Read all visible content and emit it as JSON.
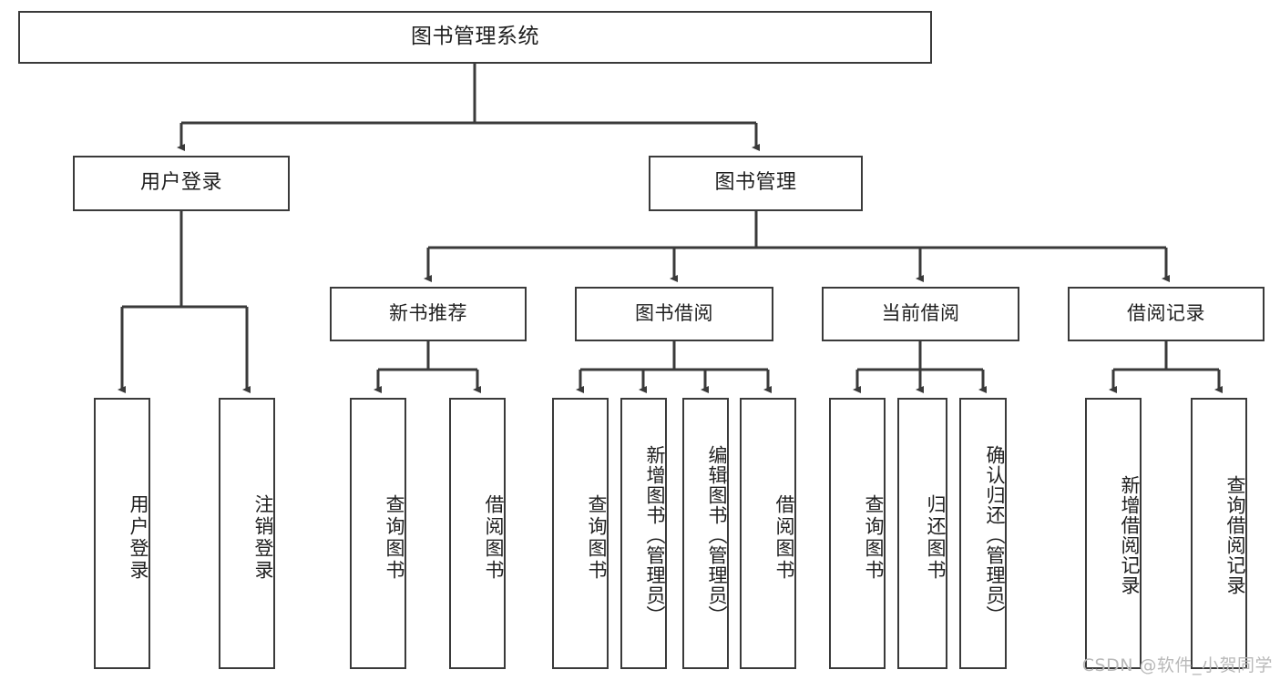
{
  "diagram": {
    "title": "图书管理系统",
    "type": "hierarchy-tree",
    "watermark": "CSDN @软件_小贺同学",
    "style": {
      "stroke": "#3a3a3a",
      "fill": "#ffffff",
      "text": "#1f1f1f",
      "watermark_color": "#b9b9b9"
    },
    "levels": {
      "root": [
        "图书管理系统"
      ],
      "level2": [
        "用户登录",
        "图书管理"
      ],
      "level3": [
        "新书推荐",
        "图书借阅",
        "当前借阅",
        "借阅记录"
      ],
      "leaves": [
        "用户登录",
        "注销登录",
        "查询图书",
        "借阅图书",
        "查询图书",
        "新增图书（管理员）",
        "编辑图书（管理员）",
        "借阅图书",
        "查询图书",
        "归还图书",
        "确认归还（管理员）",
        "新增借阅记录",
        "查询借阅记录"
      ]
    },
    "nodes": {
      "root": {
        "label": "图书管理系统"
      },
      "user_login": {
        "label": "用户登录"
      },
      "book_manage": {
        "label": "图书管理"
      },
      "new_book_rec": {
        "label": "新书推荐"
      },
      "book_borrow": {
        "label": "图书借阅"
      },
      "current_borrow": {
        "label": "当前借阅"
      },
      "borrow_record": {
        "label": "借阅记录"
      },
      "leaf_user_login": {
        "label": "用户登录"
      },
      "leaf_logout": {
        "label": "注销登录"
      },
      "leaf_query_book_a": {
        "label": "查询图书"
      },
      "leaf_borrow_book_a": {
        "label": "借阅图书"
      },
      "leaf_query_book_b": {
        "label": "查询图书"
      },
      "leaf_add_book": {
        "label": "新增图书（管理员）"
      },
      "leaf_edit_book": {
        "label": "编辑图书（管理员）"
      },
      "leaf_borrow_book_b": {
        "label": "借阅图书"
      },
      "leaf_query_book_c": {
        "label": "查询图书"
      },
      "leaf_return_book": {
        "label": "归还图书"
      },
      "leaf_confirm_return": {
        "label": "确认归还（管理员）"
      },
      "leaf_add_record": {
        "label": "新增借阅记录"
      },
      "leaf_query_record": {
        "label": "查询借阅记录"
      }
    },
    "edges": [
      {
        "from": "root",
        "to": "user_login"
      },
      {
        "from": "root",
        "to": "book_manage"
      },
      {
        "from": "user_login",
        "to": "leaf_user_login"
      },
      {
        "from": "user_login",
        "to": "leaf_logout"
      },
      {
        "from": "book_manage",
        "to": "new_book_rec"
      },
      {
        "from": "book_manage",
        "to": "book_borrow"
      },
      {
        "from": "book_manage",
        "to": "current_borrow"
      },
      {
        "from": "book_manage",
        "to": "borrow_record"
      },
      {
        "from": "new_book_rec",
        "to": "leaf_query_book_a"
      },
      {
        "from": "new_book_rec",
        "to": "leaf_borrow_book_a"
      },
      {
        "from": "book_borrow",
        "to": "leaf_query_book_b"
      },
      {
        "from": "book_borrow",
        "to": "leaf_add_book"
      },
      {
        "from": "book_borrow",
        "to": "leaf_edit_book"
      },
      {
        "from": "book_borrow",
        "to": "leaf_borrow_book_b"
      },
      {
        "from": "current_borrow",
        "to": "leaf_query_book_c"
      },
      {
        "from": "current_borrow",
        "to": "leaf_return_book"
      },
      {
        "from": "current_borrow",
        "to": "leaf_confirm_return"
      },
      {
        "from": "borrow_record",
        "to": "leaf_add_record"
      },
      {
        "from": "borrow_record",
        "to": "leaf_query_record"
      }
    ]
  }
}
